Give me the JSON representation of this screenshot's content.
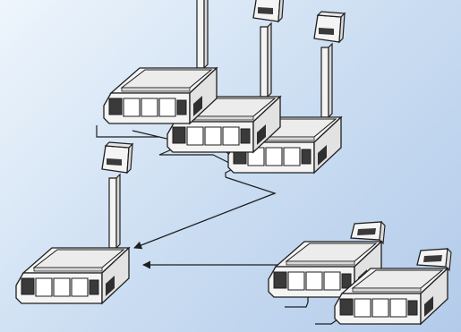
{
  "diagram": {
    "caption": "",
    "colors": {
      "background_light": "#eef5fc",
      "background_dark": "#b3cbea",
      "outline": "#1f1f1f",
      "body_fill": "#f4f4f4",
      "platter_fill": "#ececec",
      "keypad_fill": "#3a3a3a",
      "panel_fill": "#ffffff"
    },
    "groups": [
      {
        "name": "networked-group",
        "device_count": 3,
        "device_type": "pole-display-scale"
      },
      {
        "name": "single-scale",
        "device_count": 1,
        "device_type": "pole-display-scale"
      },
      {
        "name": "paired-group",
        "device_count": 2,
        "device_type": "rear-display-scale"
      }
    ],
    "connections": [
      {
        "from": "networked-group",
        "to": "single-scale",
        "arrow": true
      },
      {
        "from": "paired-group",
        "to": "single-scale",
        "arrow": true
      }
    ]
  }
}
